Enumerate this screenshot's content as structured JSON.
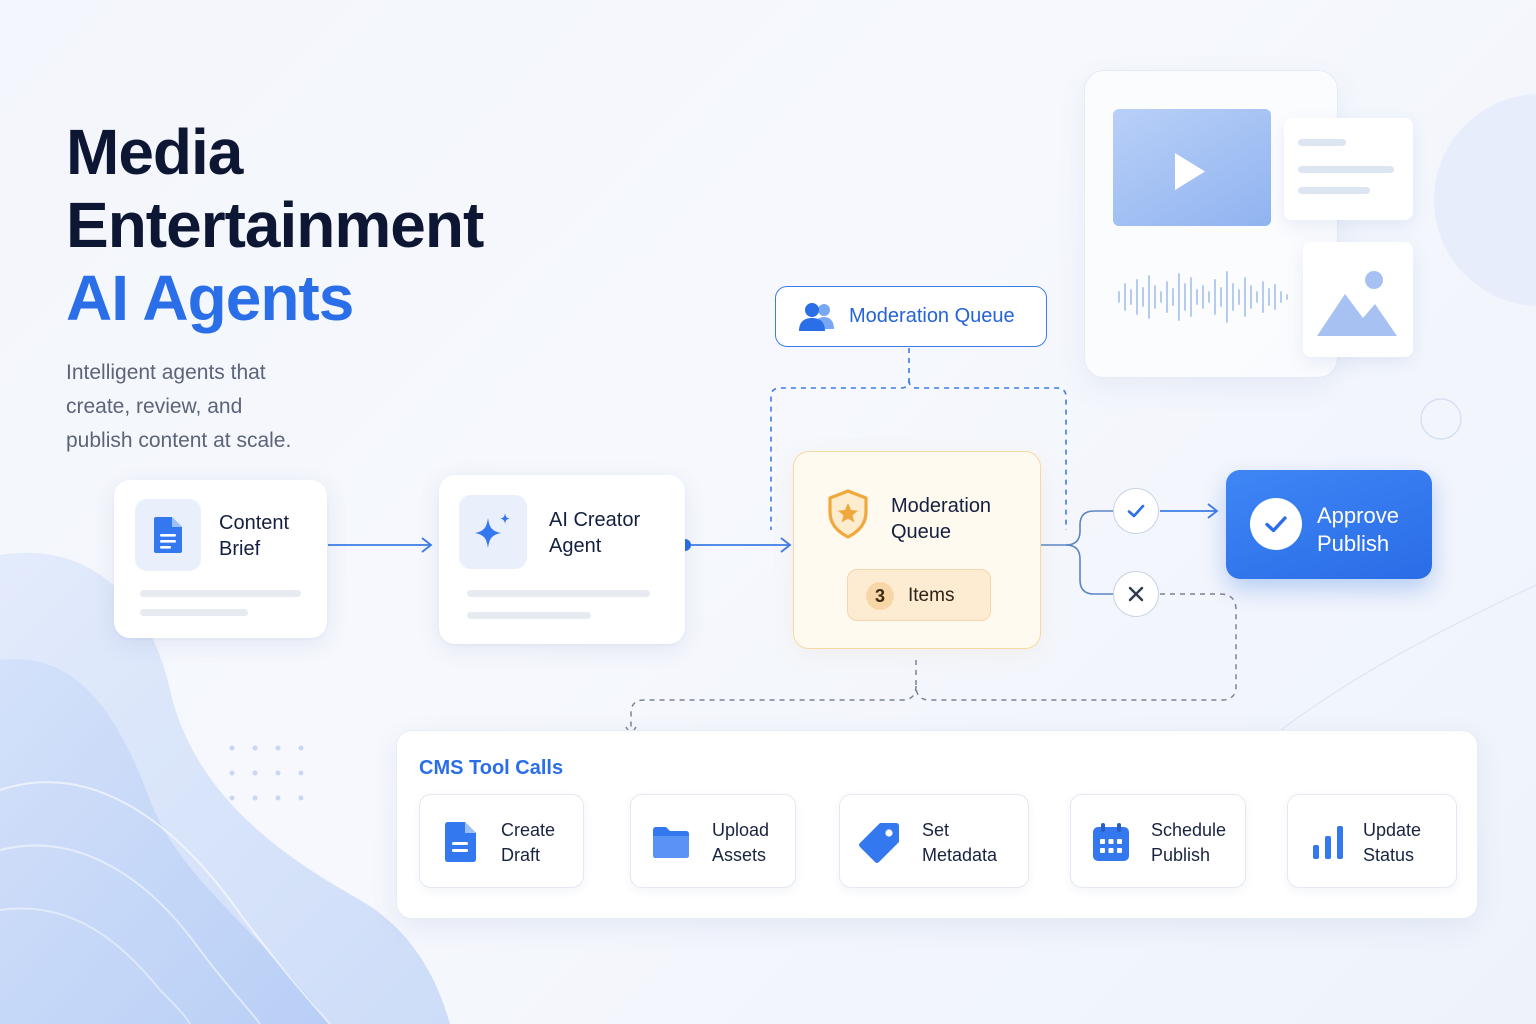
{
  "hero": {
    "title_line1": "Media",
    "title_line2": "Entertainment",
    "title_accent": "AI Agents",
    "subtitle_line1": "Intelligent agents that",
    "subtitle_line2": "create, review, and",
    "subtitle_line3": "publish content at scale."
  },
  "flow": {
    "content_brief": {
      "line1": "Content",
      "line2": "Brief",
      "icon": "document-icon"
    },
    "creator_agent": {
      "line1": "AI Creator",
      "line2": "Agent",
      "icon": "sparkle-icon"
    },
    "moderation_top": {
      "label": "Moderation Queue",
      "icon": "users-icon"
    },
    "moderation_queue": {
      "line1": "Moderation",
      "line2": "Queue",
      "icon": "shield-star-icon",
      "count": "3",
      "count_label": "Items"
    },
    "approve": {
      "line1": "Approve",
      "line2": "Publish",
      "icon": "check-icon"
    },
    "decisions": {
      "approve_icon": "check-icon",
      "reject_icon": "x-icon"
    }
  },
  "cms": {
    "title": "CMS Tool Calls",
    "tools": [
      {
        "line1": "Create",
        "line2": "Draft",
        "icon": "document-icon"
      },
      {
        "line1": "Upload",
        "line2": "Assets",
        "icon": "folder-icon"
      },
      {
        "line1": "Set",
        "line2": "Metadata",
        "icon": "tag-icon"
      },
      {
        "line1": "Schedule",
        "line2": "Publish",
        "icon": "calendar-icon"
      },
      {
        "line1": "Update",
        "line2": "Status",
        "icon": "bar-chart-icon"
      }
    ]
  },
  "illustration": {
    "icons": [
      "play-icon",
      "waveform-icon",
      "image-icon",
      "document-lines-icon"
    ]
  },
  "colors": {
    "accent": "#2a6ee8",
    "title": "#0d1733",
    "moderation_bg": "#fffaf0",
    "moderation_border": "#f6d9a2",
    "approve_bg": "#3478f0"
  }
}
